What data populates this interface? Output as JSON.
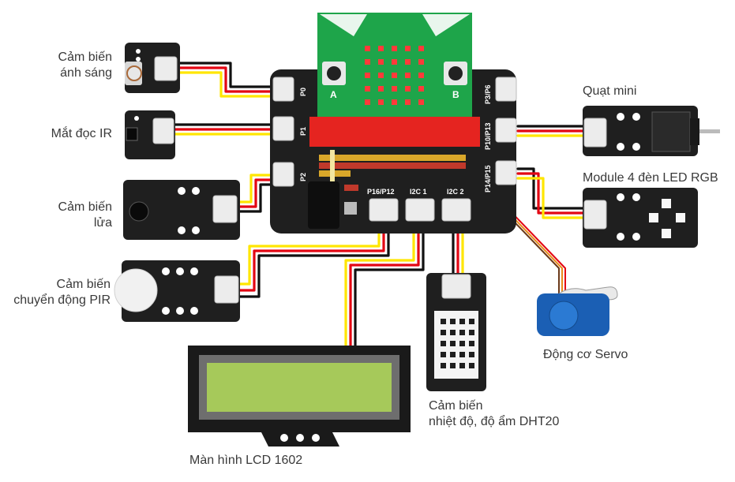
{
  "title": "",
  "board": {
    "ports_left": [
      "P0",
      "P1",
      "P2"
    ],
    "ports_right": [
      "P3/P6",
      "P10/P13",
      "P14/P15"
    ],
    "ports_bottom": [
      "P16/P12",
      "I2C 1",
      "I2C 2"
    ],
    "button_a": "A",
    "button_b": "B"
  },
  "modules": {
    "light_sensor": [
      "Cảm biến",
      "ánh sáng"
    ],
    "ir_sensor": "Mắt đọc IR",
    "flame_sensor": [
      "Cảm biến",
      "lửa"
    ],
    "pir_sensor": [
      "Cảm biến",
      "chuyển động PIR"
    ],
    "lcd": "Màn hình LCD 1602",
    "dht20": [
      "Cảm biến",
      "nhiệt độ, độ ẩm DHT20"
    ],
    "servo": "Động cơ Servo",
    "fan": "Quạt mini",
    "rgb_led": "Module 4 đèn LED RGB"
  },
  "colors": {
    "board": "#1f1f1f",
    "microbit": "#1ea54a",
    "led_bar": "#e52420",
    "lcd_screen": "#a6c95a",
    "wire_red": "#e30613",
    "wire_yellow": "#ffe600",
    "wire_black": "#111111",
    "servo": "#1b5fb4"
  }
}
